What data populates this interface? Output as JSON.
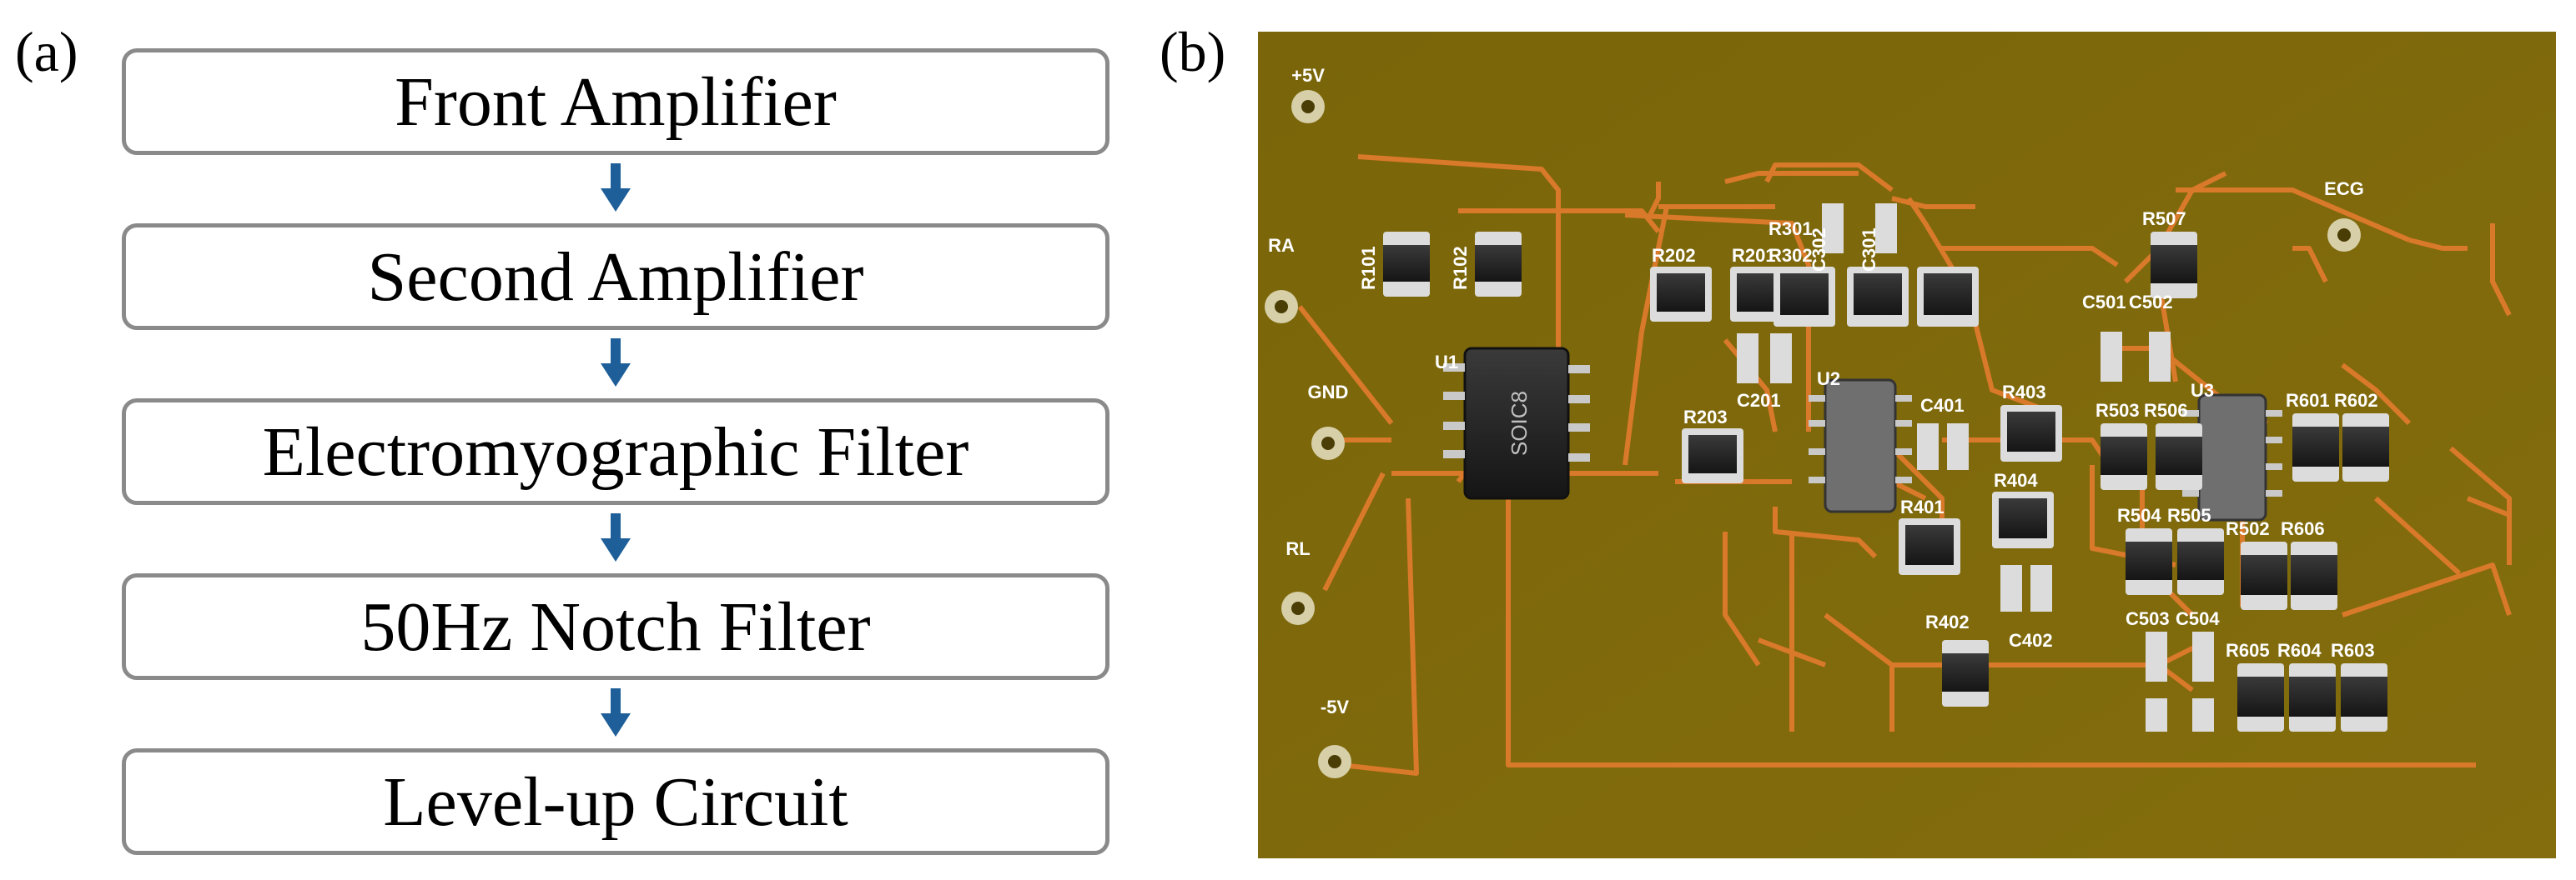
{
  "panels": {
    "a": "(a)",
    "b": "(b)"
  },
  "flowchart": {
    "steps": [
      "Front Amplifier",
      "Second Amplifier",
      "Electromyographic  Filter",
      "50Hz Notch Filter",
      "Level-up Circuit"
    ],
    "arrow_color": "#1f5f99",
    "border_color": "#8a8a8a"
  },
  "pcb": {
    "board_color": "#7f6a0b",
    "trace_color": "#d9792a",
    "pads": [
      "+5V",
      "RA",
      "GND",
      "RL",
      "-5V",
      "ECG"
    ],
    "chips": [
      "U1",
      "U2",
      "U3"
    ],
    "chip_marking": "SOIC8",
    "components": [
      "R101",
      "R102",
      "R202",
      "R201",
      "C201",
      "R203",
      "R301",
      "R302",
      "C302",
      "C301",
      "C401",
      "R403",
      "R401",
      "R404",
      "R402",
      "C402",
      "R507",
      "C501",
      "C502",
      "R503",
      "R506",
      "R504",
      "R505",
      "C503",
      "C504",
      "R601",
      "R602",
      "R502",
      "R606",
      "R605",
      "R604",
      "R603"
    ]
  }
}
